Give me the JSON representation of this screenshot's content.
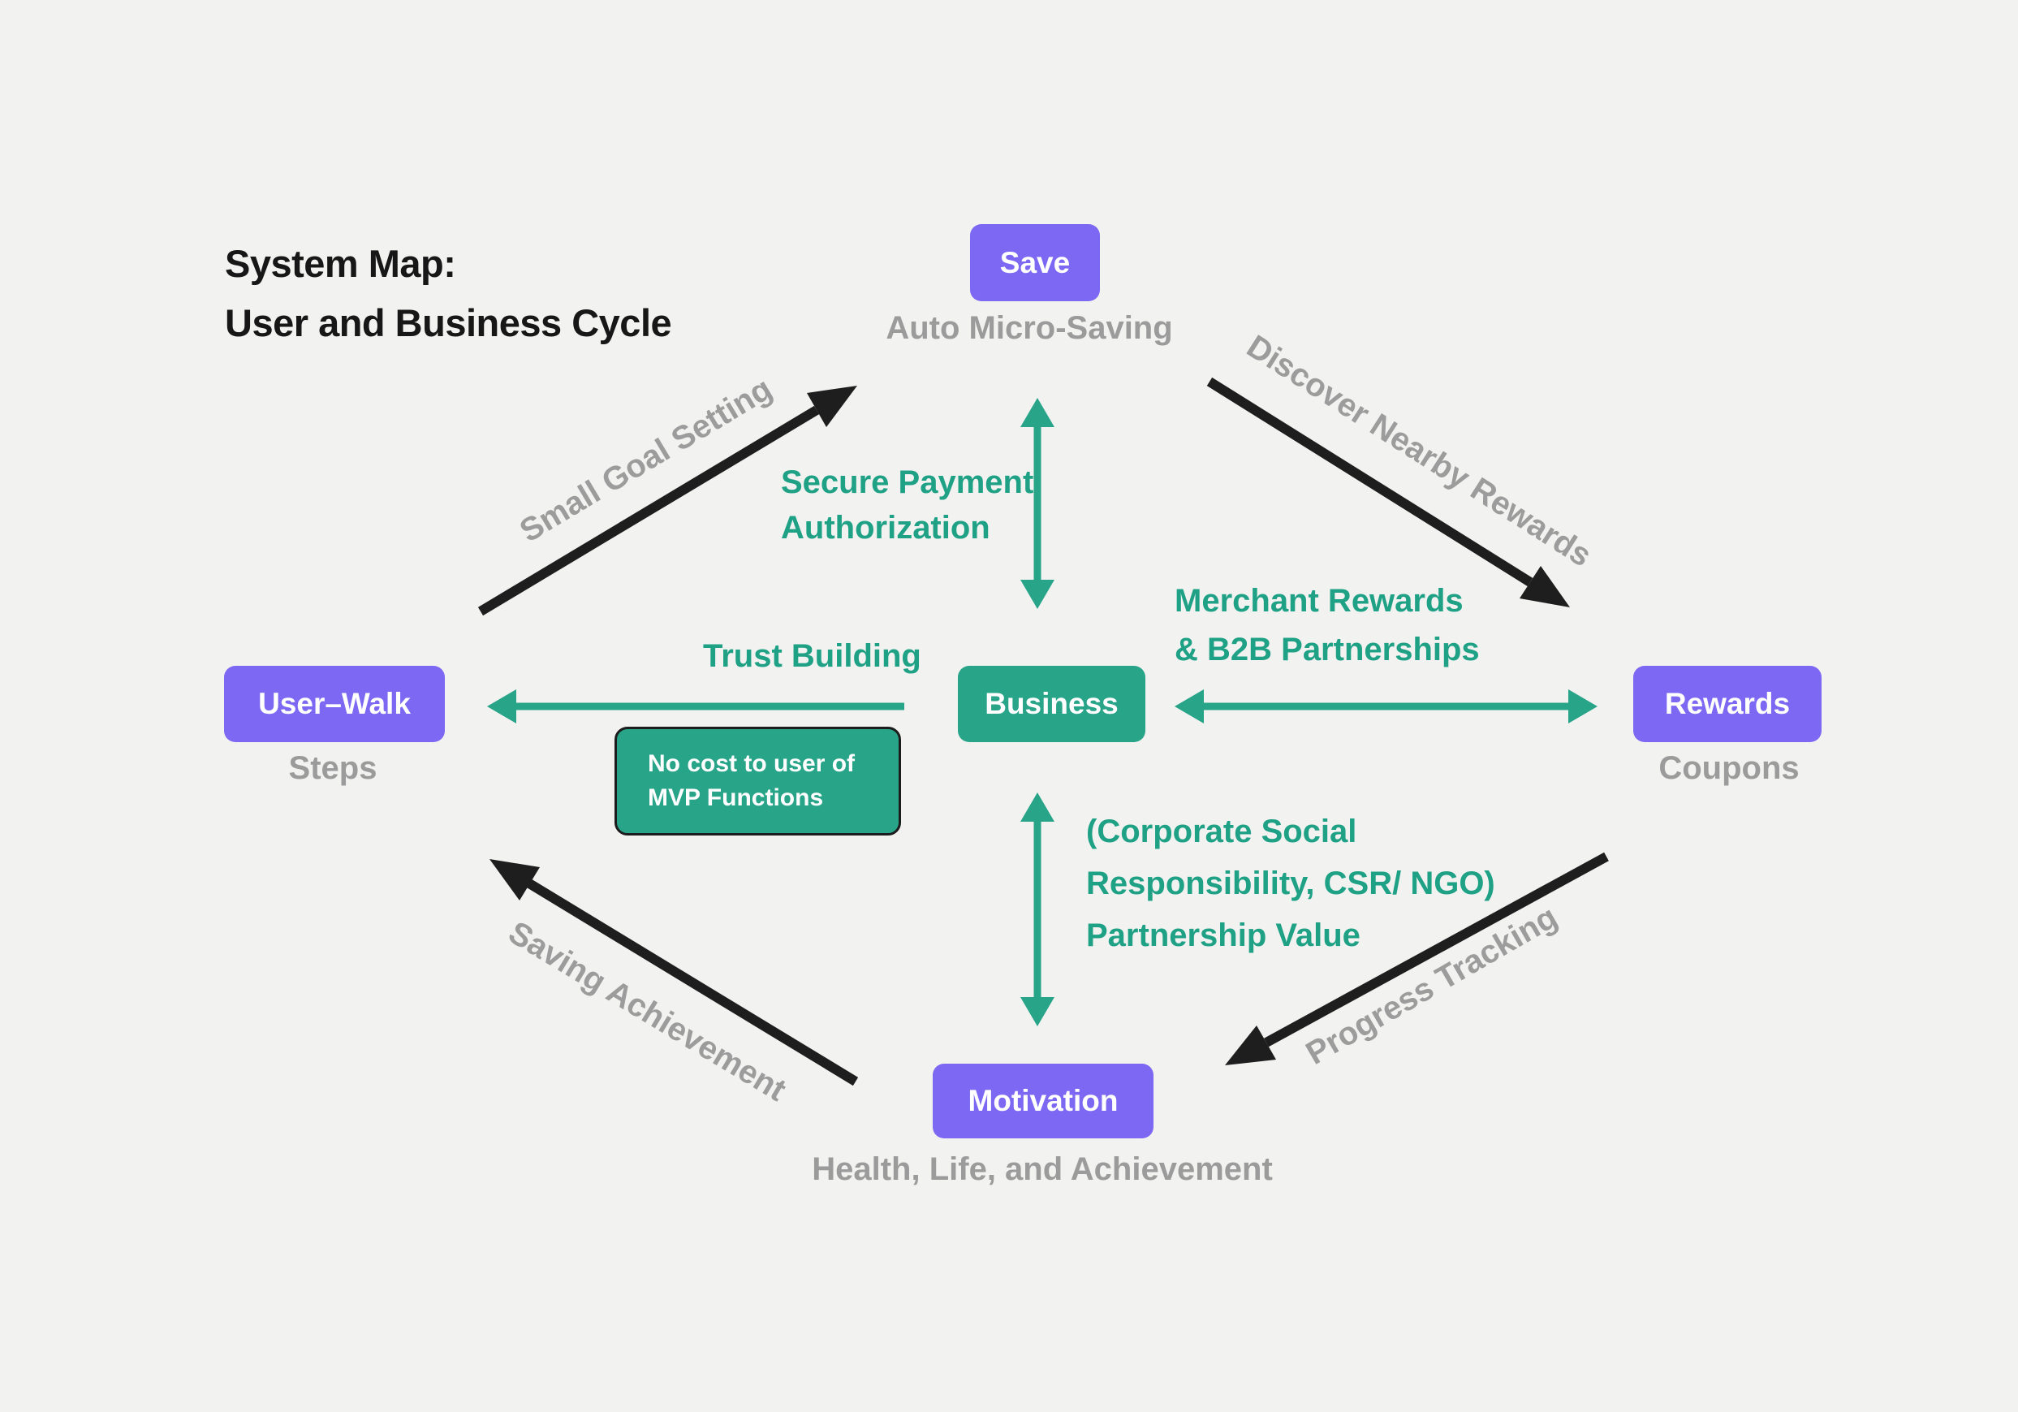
{
  "title": {
    "line1": "System Map:",
    "line2": "User and Business Cycle"
  },
  "nodes": {
    "save": {
      "label": "Save",
      "sublabel": "Auto Micro-Saving"
    },
    "user_walk": {
      "label": "User–Walk",
      "sublabel": "Steps"
    },
    "business": {
      "label": "Business"
    },
    "rewards": {
      "label": "Rewards",
      "sublabel": "Coupons"
    },
    "motivation": {
      "label": "Motivation",
      "sublabel": "Health, Life, and Achievement"
    },
    "no_cost": {
      "line1": "No cost to user of",
      "line2": "MVP Functions"
    }
  },
  "green_labels": {
    "secure_payment": {
      "line1": "Secure Payment",
      "line2": "Authorization"
    },
    "trust": "Trust Building",
    "merchant": {
      "line1": "Merchant Rewards",
      "line2": "& B2B Partnerships"
    },
    "csr": {
      "line1": "(Corporate Social",
      "line2": "Responsibility, CSR/ NGO)",
      "line3": "Partnership Value"
    }
  },
  "flow_labels": {
    "small_goal": "Small Goal Setting",
    "discover": "Discover Nearby Rewards",
    "progress": "Progress Tracking",
    "saving": "Saving Achievement"
  },
  "colors": {
    "background": "#f2f2f1",
    "purple": "#7c68f2",
    "green": "#28a489",
    "green_text": "#1ea185",
    "gray_text": "#9b9b9b",
    "ink": "#1e1e1e"
  }
}
